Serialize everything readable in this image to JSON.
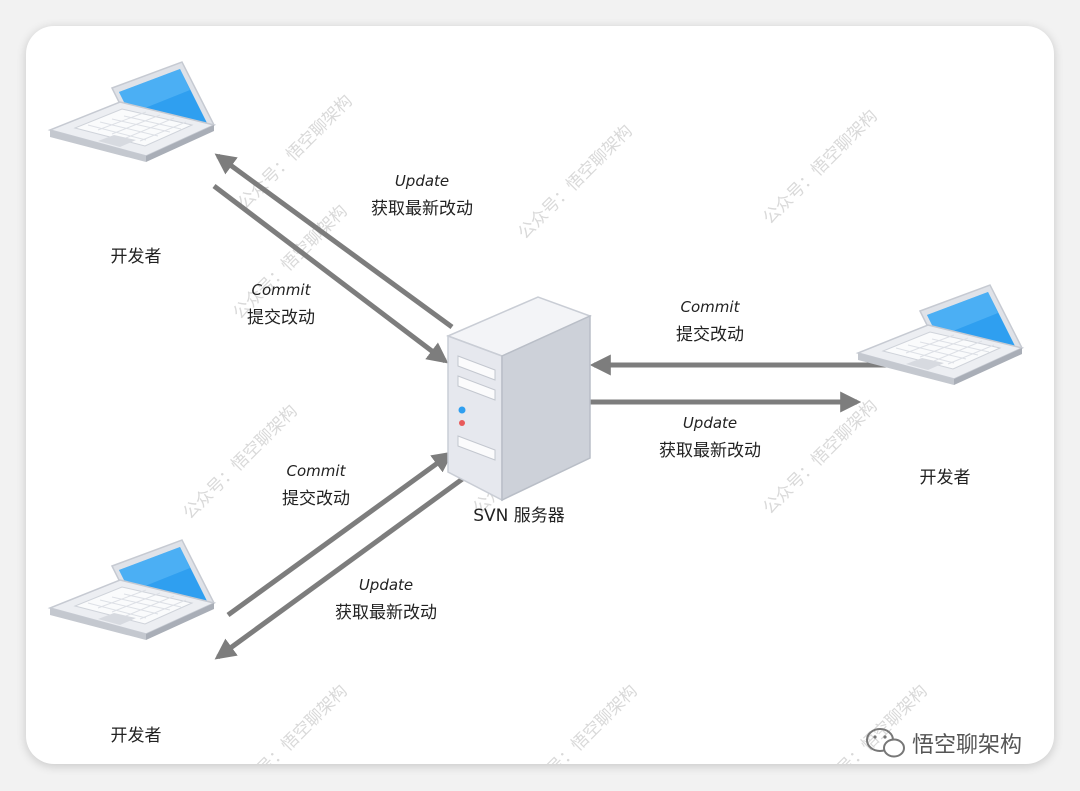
{
  "server": {
    "label": "SVN 服务器"
  },
  "developers": [
    {
      "label": "开发者"
    },
    {
      "label": "开发者"
    },
    {
      "label": "开发者"
    }
  ],
  "edges": [
    {
      "line1": "Update",
      "line2": "获取最新改动"
    },
    {
      "line1": "Commit",
      "line2": "提交改动"
    },
    {
      "line1": "Commit",
      "line2": "提交改动"
    },
    {
      "line1": "Update",
      "line2": "获取最新改动"
    },
    {
      "line1": "Commit",
      "line2": "提交改动"
    },
    {
      "line1": "Update",
      "line2": "获取最新改动"
    }
  ],
  "watermark": {
    "text": "公众号：悟空聊架构"
  },
  "brand": {
    "text": "悟空聊架构"
  },
  "colors": {
    "arrow": "#7d7d7d",
    "screen": "#2f9ff0",
    "server": "#e6e8ee"
  }
}
